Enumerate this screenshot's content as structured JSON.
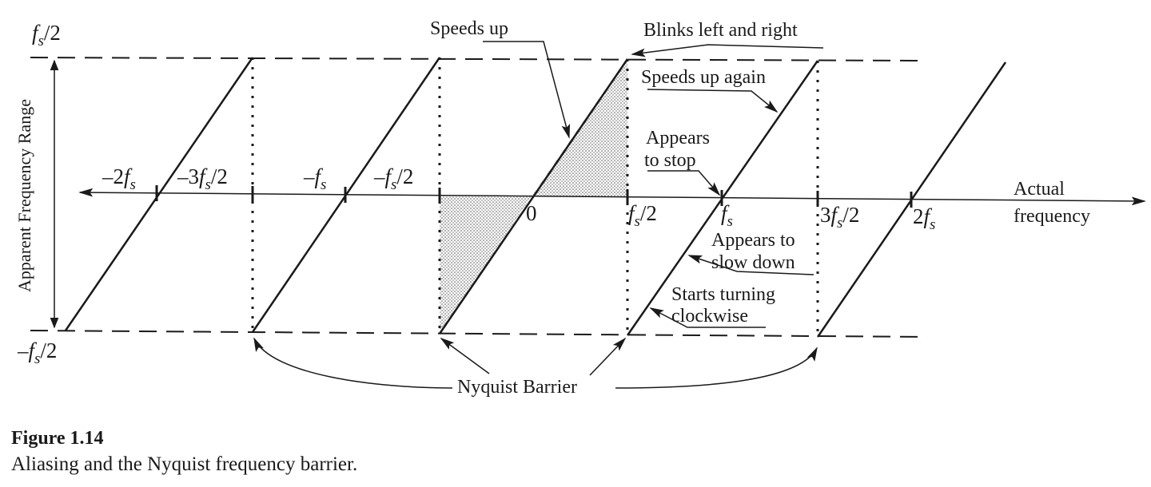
{
  "axis": {
    "x_label_line1": "Actual",
    "x_label_line2": "frequency",
    "y_label": "Apparent Frequency Range",
    "y_top": "f",
    "y_top_sub": "s",
    "y_top_tail": "/2",
    "y_bottom_pre": "–",
    "y_bottom": "f",
    "y_bottom_sub": "s",
    "y_bottom_tail": "/2"
  },
  "ticks": {
    "minus_2fs": {
      "pre": "–2",
      "f": "f",
      "sub": "s",
      "tail": ""
    },
    "minus_3fs2": {
      "pre": "–3",
      "f": "f",
      "sub": "s",
      "tail": "/2"
    },
    "minus_fs": {
      "pre": "–",
      "f": "f",
      "sub": "s",
      "tail": ""
    },
    "minus_fs2": {
      "pre": "–",
      "f": "f",
      "sub": "s",
      "tail": "/2"
    },
    "zero": "0",
    "fs2": {
      "pre": "",
      "f": "f",
      "sub": "s",
      "tail": "/2"
    },
    "fs": {
      "pre": "",
      "f": "f",
      "sub": "s",
      "tail": ""
    },
    "three_fs2": {
      "pre": "3",
      "f": "f",
      "sub": "s",
      "tail": "/2"
    },
    "two_fs": {
      "pre": "2",
      "f": "f",
      "sub": "s",
      "tail": ""
    }
  },
  "annotations": {
    "speeds_up": "Speeds up",
    "blinks": "Blinks left and right",
    "speeds_up_again": "Speeds up again",
    "appears_to_stop_1": "Appears",
    "appears_to_stop_2": "to stop",
    "appears_to_slow_1": "Appears to",
    "appears_to_slow_2": "slow down",
    "starts_turning_1": "Starts turning",
    "starts_turning_2": "clockwise",
    "nyquist": "Nyquist Barrier"
  },
  "caption": {
    "title": "Figure 1.14",
    "text": "Aliasing and the Nyquist frequency barrier."
  }
}
